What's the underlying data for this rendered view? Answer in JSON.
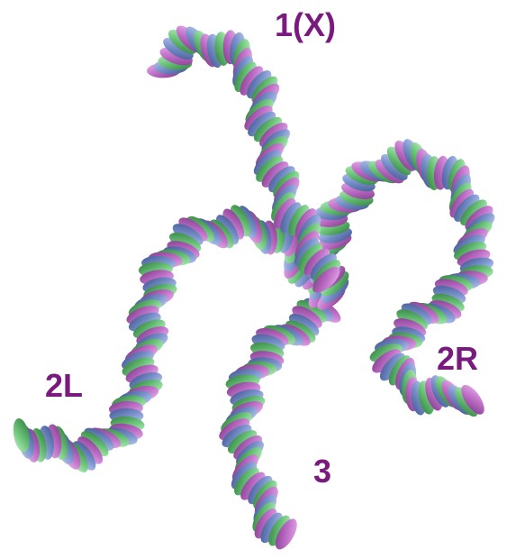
{
  "labels": {
    "chr_x": "1(X)",
    "chr_2r": "2R",
    "chr_2l": "2L",
    "chr_3": "3"
  },
  "colors": {
    "label": "#7a1a7e",
    "strand_purple": "#c070c8",
    "strand_blue": "#7a92cc",
    "strand_green": "#6cc47a",
    "background": "#ffffff"
  },
  "icons": {
    "strand": "twisted-coil"
  }
}
